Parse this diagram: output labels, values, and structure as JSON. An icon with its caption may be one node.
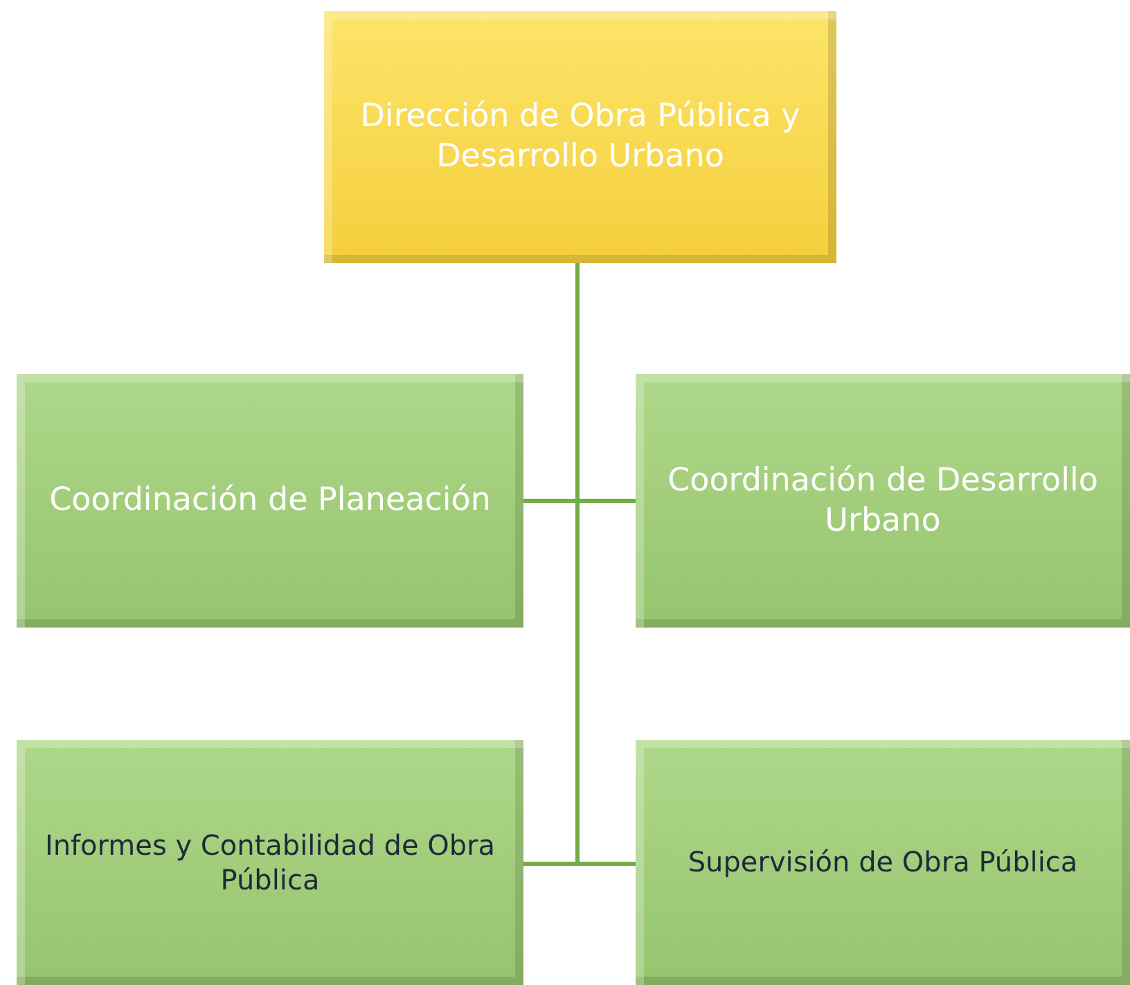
{
  "diagram": {
    "nodes": [
      {
        "text": [
          "Dirección de Obra Pública y Desarrollo Urbano"
        ]
      },
      {
        "text": [
          "Coordinación de Planeación"
        ]
      },
      {
        "text": [
          "Coordinación de Desarrollo Urbano"
        ]
      },
      {
        "text": [
          "Informes y Contabilidad de Obra Pública"
        ]
      },
      {
        "text": [
          "Supervisión de Obra Pública"
        ]
      }
    ],
    "edges": [
      {
        "from": 0,
        "to": 1,
        "arrow": "none"
      },
      {
        "from": 0,
        "to": 2,
        "arrow": "none"
      },
      {
        "from": 0,
        "to": 3,
        "arrow": "none"
      },
      {
        "from": 0,
        "to": 4,
        "arrow": "none"
      }
    ]
  }
}
